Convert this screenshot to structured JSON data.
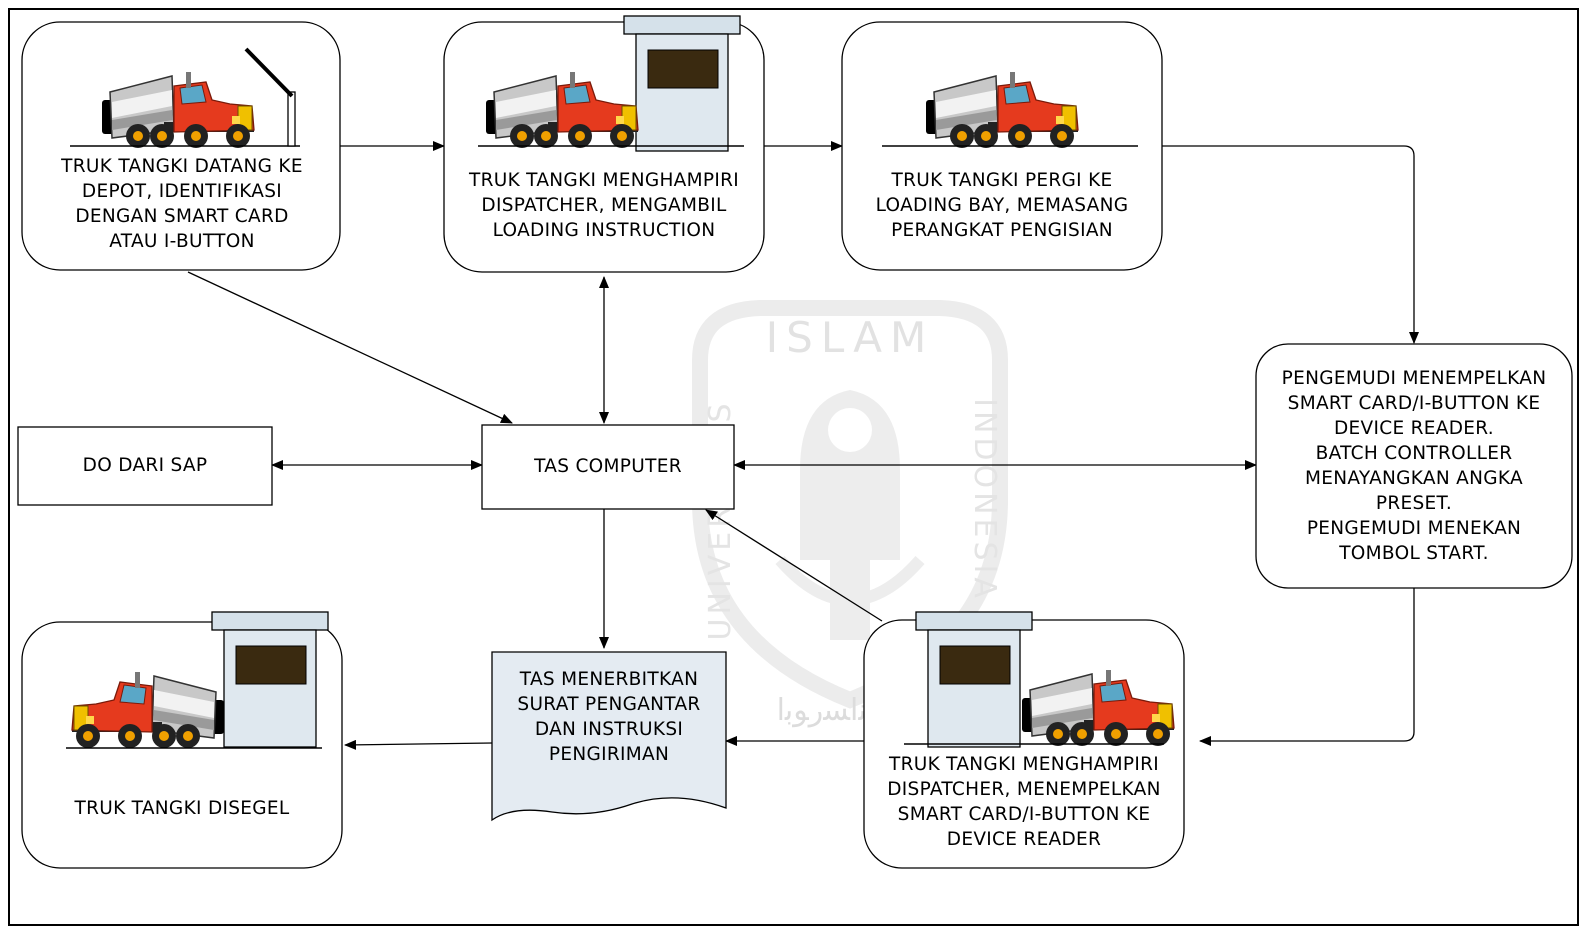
{
  "nodes": {
    "arrive": "TRUK TANGKI DATANG KE\nDEPOT, IDENTIFIKASI\nDENGAN SMART CARD\nATAU I-BUTTON",
    "dispatcher": "TRUK TANGKI MENGHAMPIRI\nDISPATCHER,  MENGAMBIL\nLOADING INSTRUCTION",
    "loading_bay": "TRUK TANGKI PERGI KE\nLOADING BAY, MEMASANG\nPERANGKAT PENGISIAN",
    "device_reader": "PENGEMUDI MENEMPELKAN\nSMART CARD/I-BUTTON KE\nDEVICE READER.\nBATCH CONTROLLER\nMENAYANGKAN ANGKA\nPRESET.\nPENGEMUDI MENEKAN\nTOMBOL START.",
    "do_sap": "DO DARI SAP",
    "tas_computer": "TAS COMPUTER",
    "dispatcher_return": "TRUK TANGKI MENGHAMPIRI\nDISPATCHER, MENEMPELKAN\nSMART CARD/I-BUTTON KE\nDEVICE READER",
    "tas_document": "TAS MENERBITKAN\nSURAT PENGANTAR\nDAN INSTRUKSI\nPENGIRIMAN",
    "sealed": "TRUK TANGKI DISEGEL"
  },
  "watermark": {
    "top": "ISLAM",
    "left": "UNIVERSITAS",
    "right": "INDONESIA",
    "bottom": "ﺴﺭﻮﻧﺍﺴﺭﻮﺑﺍ"
  },
  "colors": {
    "tank": "#d8d8d8",
    "cab": "#e8321e",
    "chassis": "#2a2a2a",
    "wheel_hub": "#f0a000",
    "booth": "#dfe8ef",
    "booth_roof": "#d5e1ea",
    "booth_screen": "#3a2a10",
    "watermark": "#e9e9e9"
  }
}
